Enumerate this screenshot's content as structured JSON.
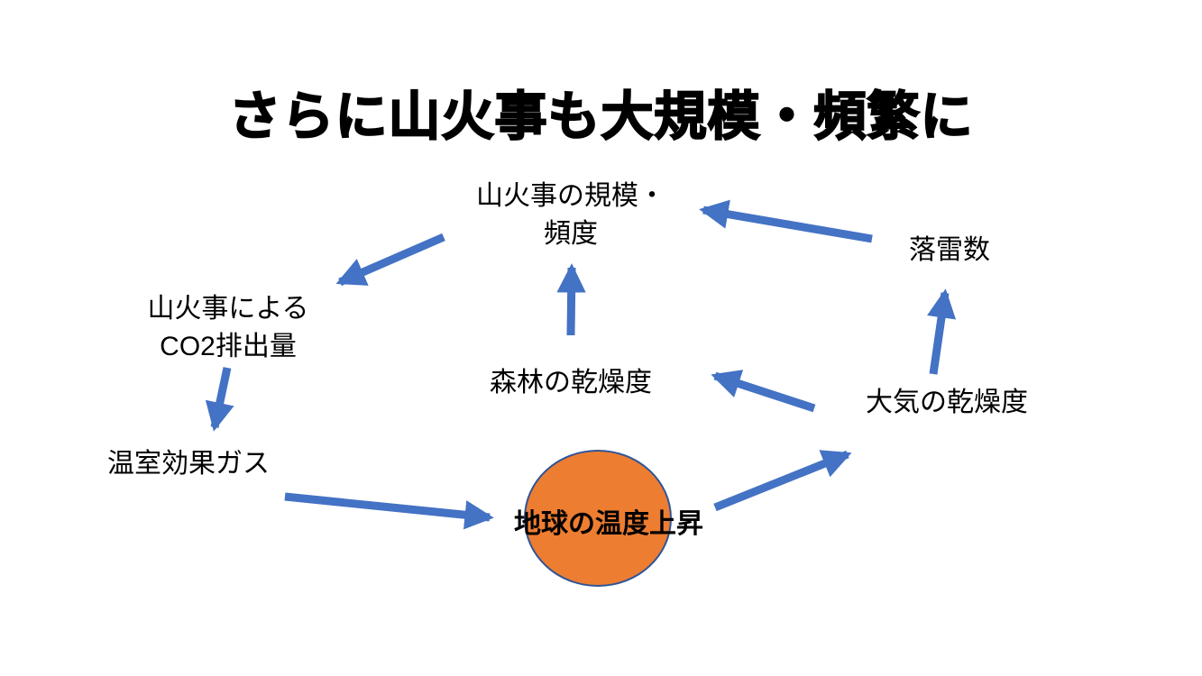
{
  "title": "さらに山火事も大規模・頻繁に",
  "colors": {
    "arrow": "#4472C4",
    "circle_fill": "#ED7D31",
    "circle_border": "#2F5597",
    "text": "#000000"
  },
  "nodes": {
    "wildfire_scale": {
      "line1": "山火事の規模・",
      "line2": "頻度"
    },
    "lightning": {
      "label": "落雷数"
    },
    "wildfire_co2": {
      "line1": "山火事による",
      "line2": "CO2排出量"
    },
    "forest_dryness": {
      "label": "森林の乾燥度"
    },
    "atmospheric_dryness": {
      "label": "大気の乾燥度"
    },
    "greenhouse_gas": {
      "label": "温室効果ガス"
    },
    "earth_warming": {
      "label": "地球の温度上昇"
    }
  },
  "arrows": [
    {
      "from": "lightning",
      "to": "wildfire_scale"
    },
    {
      "from": "wildfire_scale",
      "to": "wildfire_co2"
    },
    {
      "from": "wildfire_co2",
      "to": "greenhouse_gas"
    },
    {
      "from": "greenhouse_gas",
      "to": "earth_warming"
    },
    {
      "from": "earth_warming",
      "to": "atmospheric_dryness"
    },
    {
      "from": "atmospheric_dryness",
      "to": "forest_dryness"
    },
    {
      "from": "forest_dryness",
      "to": "wildfire_scale"
    },
    {
      "from": "atmospheric_dryness",
      "to": "lightning"
    }
  ]
}
